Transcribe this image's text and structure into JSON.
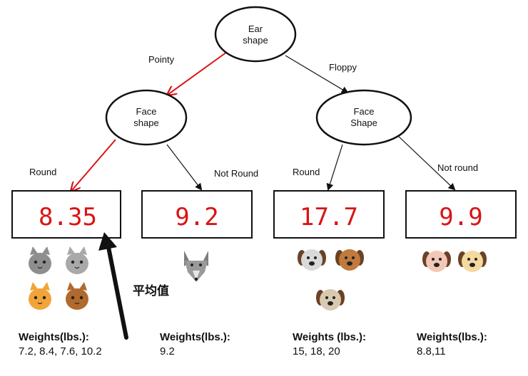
{
  "root": {
    "line1": "Ear",
    "line2": "shape"
  },
  "left_node": {
    "line1": "Face",
    "line2": "shape"
  },
  "right_node": {
    "line1": "Face",
    "line2": "Shape"
  },
  "edges": {
    "pointy": "Pointy",
    "floppy": "Floppy",
    "round_left": "Round",
    "not_round_left": "Not Round",
    "round_right": "Round",
    "not_round_right": "Not round"
  },
  "leaves": [
    {
      "value": "8.35",
      "weights_title": "Weights(lbs.):",
      "weights": "7.2, 8.4, 7.6, 10.2",
      "animals": [
        "cat",
        "cat",
        "cat",
        "cat"
      ]
    },
    {
      "value": "9.2",
      "weights_title": "Weights(lbs.):",
      "weights": "9.2",
      "animals": [
        "wolf"
      ]
    },
    {
      "value": "17.7",
      "weights_title": "Weights (lbs.):",
      "weights": "15,  18, 20",
      "animals": [
        "dog",
        "dog",
        "dog"
      ]
    },
    {
      "value": "9.9",
      "weights_title": "Weights(lbs.):",
      "weights": "8.8,11",
      "animals": [
        "dog",
        "dog"
      ]
    }
  ],
  "annotation": "平均值",
  "colors": {
    "highlight": "#d81414",
    "line": "#111111"
  }
}
